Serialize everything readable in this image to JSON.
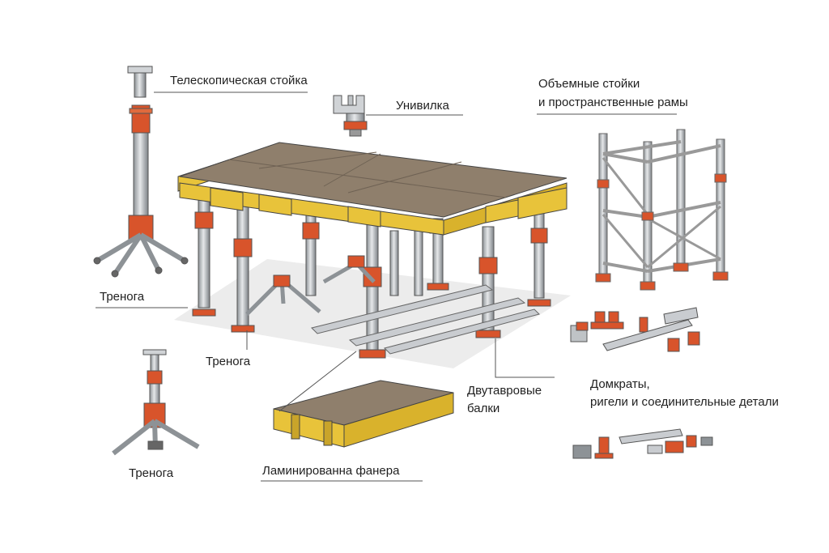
{
  "labels": {
    "telescopic_prop": "Телескопическая стойка",
    "fork_head": "Унивилка",
    "frames_line1": "Объемные стойки",
    "frames_line2": "и пространственные рамы",
    "tripod_left": "Тренога",
    "tripod_center": "Тренога",
    "tripod_bottom": "Тренога",
    "beams_line1": "Двутавровые",
    "beams_line2": "балки",
    "plywood": "Ламинированна фанера",
    "jacks_line1": "Домкраты,",
    "jacks_line2": "ригели и соединительные детали"
  },
  "colors": {
    "steel": "#bfc3c6",
    "steel_dark": "#7d8287",
    "orange": "#d8542b",
    "beam_yellow": "#e8c33a",
    "plywood": "#8f7f6c",
    "shadow": "#e9e9e9",
    "leader_line": "#555555"
  }
}
